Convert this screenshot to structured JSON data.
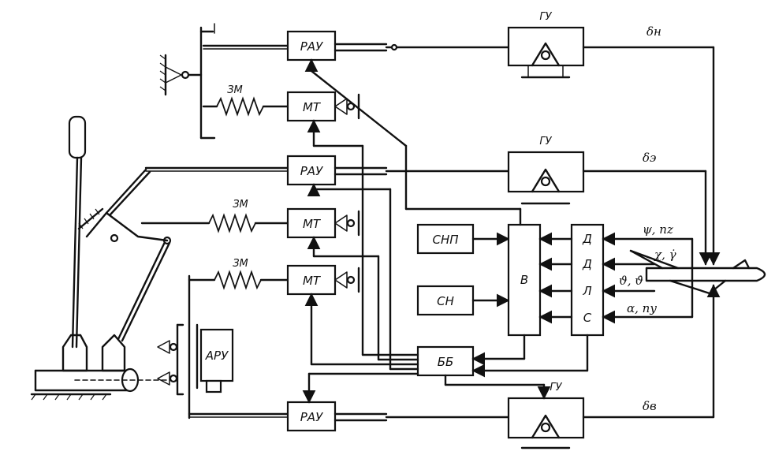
{
  "labels": {
    "rau": "РАУ",
    "gu": "ГУ",
    "mt": "МТ",
    "zm": "ЗМ",
    "snp": "СНП",
    "sn": "СН",
    "v": "В",
    "d": "Д",
    "l": "Л",
    "s": "С",
    "bb": "ББ",
    "aru": "АРУ"
  },
  "outputs": {
    "rudder": "δн",
    "aileron": "δэ",
    "elevator": "δв"
  },
  "sensor_inputs": {
    "yaw": "ψ, nz",
    "roll": "χ, γ̇",
    "pitch": "ϑ, ϑ̇",
    "aoa": "α, nу"
  }
}
